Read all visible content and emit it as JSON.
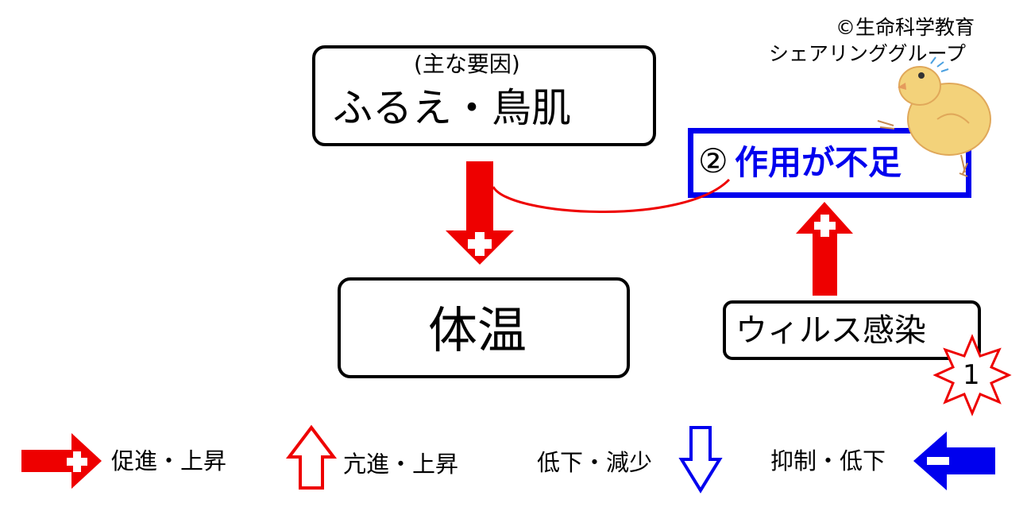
{
  "copyright": {
    "line1": "©生命科学教育",
    "line2": "シェアリンググループ"
  },
  "cause_box": {
    "subtitle": "(主な要因)",
    "title": "ふるえ・鳥肌"
  },
  "result_box": {
    "title": "体温"
  },
  "effect_box": {
    "number": "②",
    "title": "作用が不足",
    "color": "#0000ee"
  },
  "virus_box": {
    "title": "ウィルス感染",
    "badge_number": "1"
  },
  "legend": {
    "promote_rise": "促進・上昇",
    "enhance_rise": "亢進・上昇",
    "decrease_reduce": "低下・減少",
    "inhibit_decrease": "抑制・低下"
  },
  "colors": {
    "red": "#ee0000",
    "blue": "#0000ee",
    "black": "#000000"
  },
  "icons": {
    "plus": "plus-icon",
    "minus": "minus-icon",
    "chick": "chick-illustration",
    "star": "burst-star-icon"
  }
}
